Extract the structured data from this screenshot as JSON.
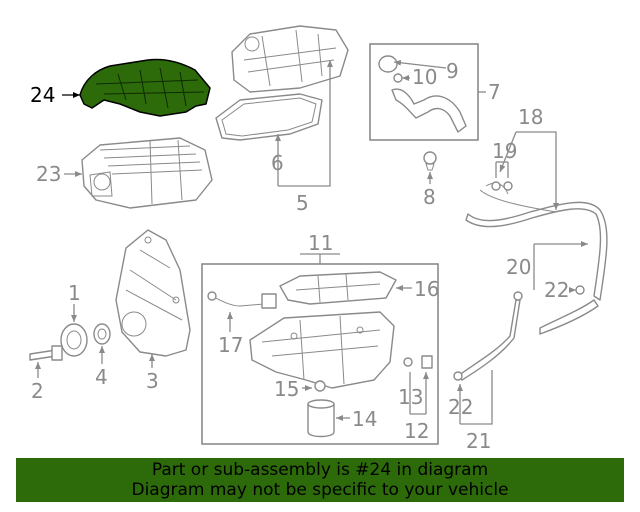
{
  "highlight_color": "#2d6b0a",
  "callouts": {
    "c1": "1",
    "c2": "2",
    "c3": "3",
    "c4": "4",
    "c5": "5",
    "c6": "6",
    "c7": "7",
    "c8": "8",
    "c9": "9",
    "c10": "10",
    "c11": "11",
    "c12": "12",
    "c13": "13",
    "c14": "14",
    "c15": "15",
    "c16": "16",
    "c17": "17",
    "c18": "18",
    "c19": "19",
    "c20": "20",
    "c21": "21",
    "c22a": "22",
    "c22b": "22",
    "c23": "23",
    "c24": "24"
  },
  "banner": {
    "line1": "Part or sub-assembly is #24 in diagram",
    "line2": "Diagram may not be specific to your vehicle"
  }
}
